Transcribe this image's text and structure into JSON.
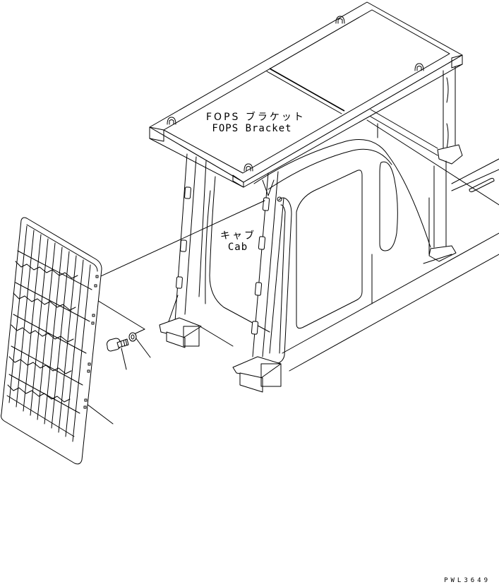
{
  "diagram": {
    "type": "exploded parts illustration",
    "background": "#ffffff",
    "line_color": "#000000"
  },
  "labels": {
    "fops_bracket": {
      "jp": "FOPS ブラケット",
      "en": "FOPS Bracket"
    },
    "cab": {
      "jp": "キャブ",
      "en": "Cab"
    }
  },
  "parts": [
    {
      "name": "FOPS guard (grille)"
    },
    {
      "name": "bolt"
    },
    {
      "name": "washer"
    }
  ],
  "figure_id": "PWL3649"
}
